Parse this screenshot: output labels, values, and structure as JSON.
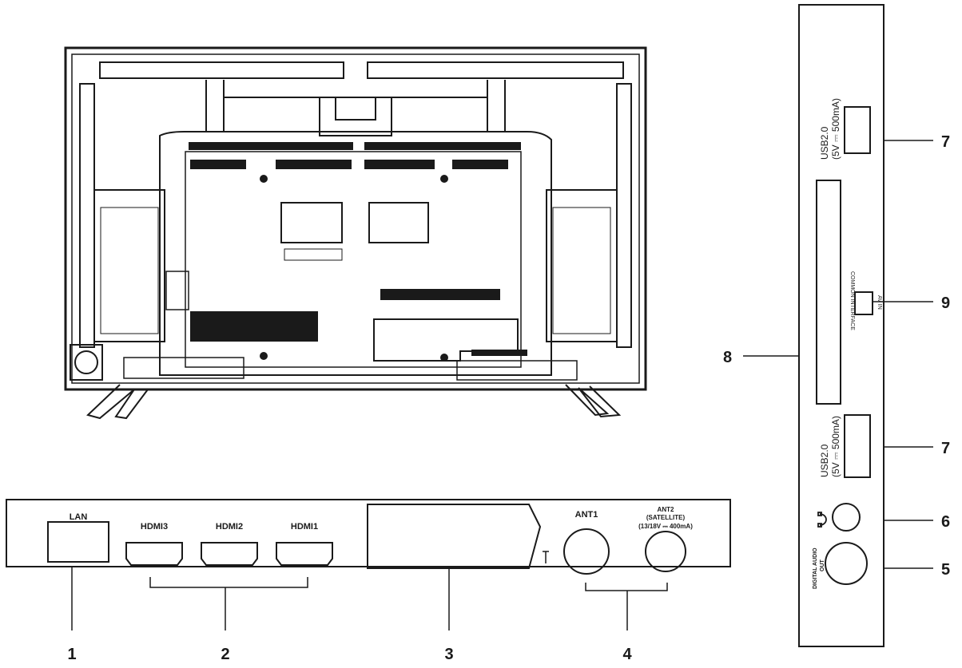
{
  "callouts": {
    "c1": "1",
    "c2": "2",
    "c3": "3",
    "c4": "4",
    "c5": "5",
    "c6": "6",
    "c7a": "7",
    "c7b": "7",
    "c8": "8",
    "c9": "9"
  },
  "bottom_panel": {
    "lan": "LAN",
    "hdmi3": "HDMI3",
    "hdmi2": "HDMI2",
    "hdmi1": "HDMI1",
    "ant1": "ANT1",
    "ant2_line1": "ANT2",
    "ant2_line2": "(SATELLITE)",
    "ant2_line3": "(13/18V ⎓ 400mA)"
  },
  "side_panel": {
    "usb_top_line1": "USB2.0",
    "usb_top_line2": "(5V ⎓ 500mA)",
    "ci_slot": "COMMON INTERFACE",
    "av_in": "AV IN",
    "usb_bottom_line1": "USB2.0",
    "usb_bottom_line2": "(5V ⎓ 500mA)",
    "digital_audio_line1": "DIGITAL AUDIO",
    "digital_audio_line2": "OUT"
  },
  "icons": {
    "headphone": "headphone-icon",
    "antenna": "antenna-icon",
    "scart": "scart-connector"
  }
}
